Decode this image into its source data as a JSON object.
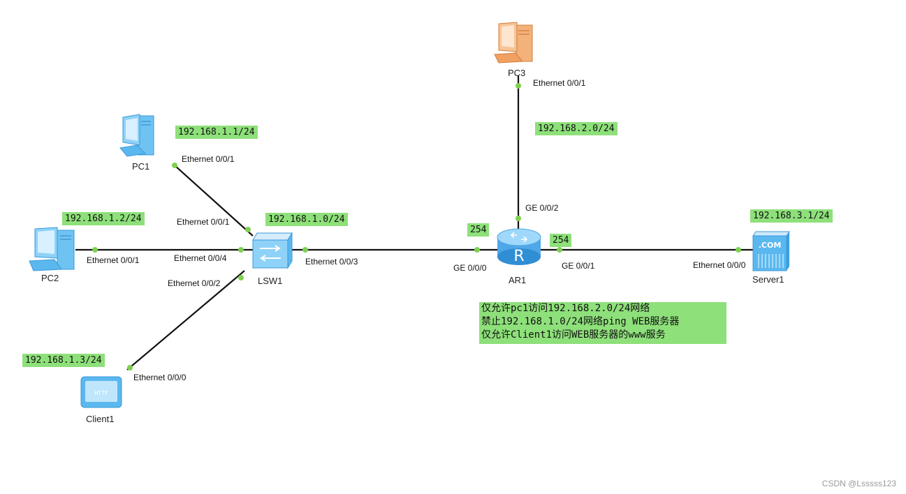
{
  "devices": {
    "pc1": "PC1",
    "pc2": "PC2",
    "pc3": "PC3",
    "client1": "Client1",
    "lsw1": "LSW1",
    "ar1": "AR1",
    "server1": "Server1"
  },
  "ports": {
    "pc1_eth": "Ethernet 0/0/1",
    "lsw1_eth1": "Ethernet 0/0/1",
    "pc2_eth": "Ethernet 0/0/1",
    "lsw1_eth4": "Ethernet 0/0/4",
    "lsw1_eth2": "Ethernet 0/0/2",
    "client1_eth": "Ethernet 0/0/0",
    "lsw1_eth3": "Ethernet 0/0/3",
    "ar1_ge000": "GE 0/0/0",
    "ar1_ge001": "GE 0/0/1",
    "ar1_ge002": "GE 0/0/2",
    "pc3_eth": "Ethernet 0/0/1",
    "server1_eth": "Ethernet 0/0/0"
  },
  "addresses": {
    "pc1_ip": "192.168.1.1/24",
    "pc2_ip": "192.168.1.2/24",
    "client1_ip": "192.168.1.3/24",
    "lan_net": "192.168.1.0/24",
    "pc3_net": "192.168.2.0/24",
    "server1_ip": "192.168.3.1/24",
    "ar1_g0_host": "254",
    "ar1_g1_host": "254"
  },
  "requirements": [
    "仅允许pc1访问192.168.2.0/24网络",
    "禁止192.168.1.0/24网络ping WEB服务器",
    "仅允许Client1访问WEB服务器的www服务"
  ],
  "icons": {
    "server_badge": ".COM",
    "client_badge": "HTTP",
    "router_badge": "R"
  },
  "colors": {
    "ip_label_bg": "#8ee07a",
    "port_dot": "#7ed04f",
    "link": "#111111",
    "pc_blue": "#5bb8ef",
    "pc3_orange": "#f0a060"
  },
  "footer": "CSDN @Lsssss123"
}
